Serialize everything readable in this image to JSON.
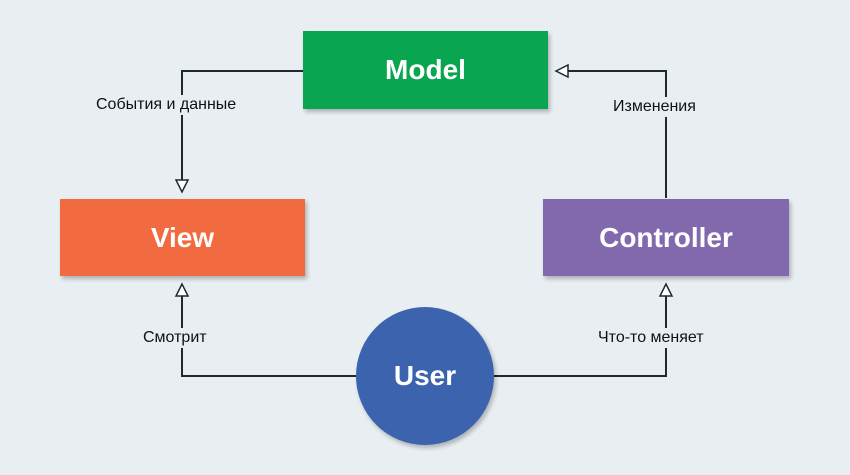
{
  "nodes": {
    "model": {
      "label": "Model",
      "color": "#0aa551"
    },
    "view": {
      "label": "View",
      "color": "#f26b40"
    },
    "controller": {
      "label": "Controller",
      "color": "#8269ad"
    },
    "user": {
      "label": "User",
      "color": "#3c64ae"
    }
  },
  "edges": {
    "model_to_view": {
      "label": "События и данные"
    },
    "controller_to_model": {
      "label": "Изменения"
    },
    "user_to_view": {
      "label": "Смотрит"
    },
    "user_to_controller": {
      "label": "Что-то меняет"
    }
  },
  "line_color": "#1e2a30"
}
